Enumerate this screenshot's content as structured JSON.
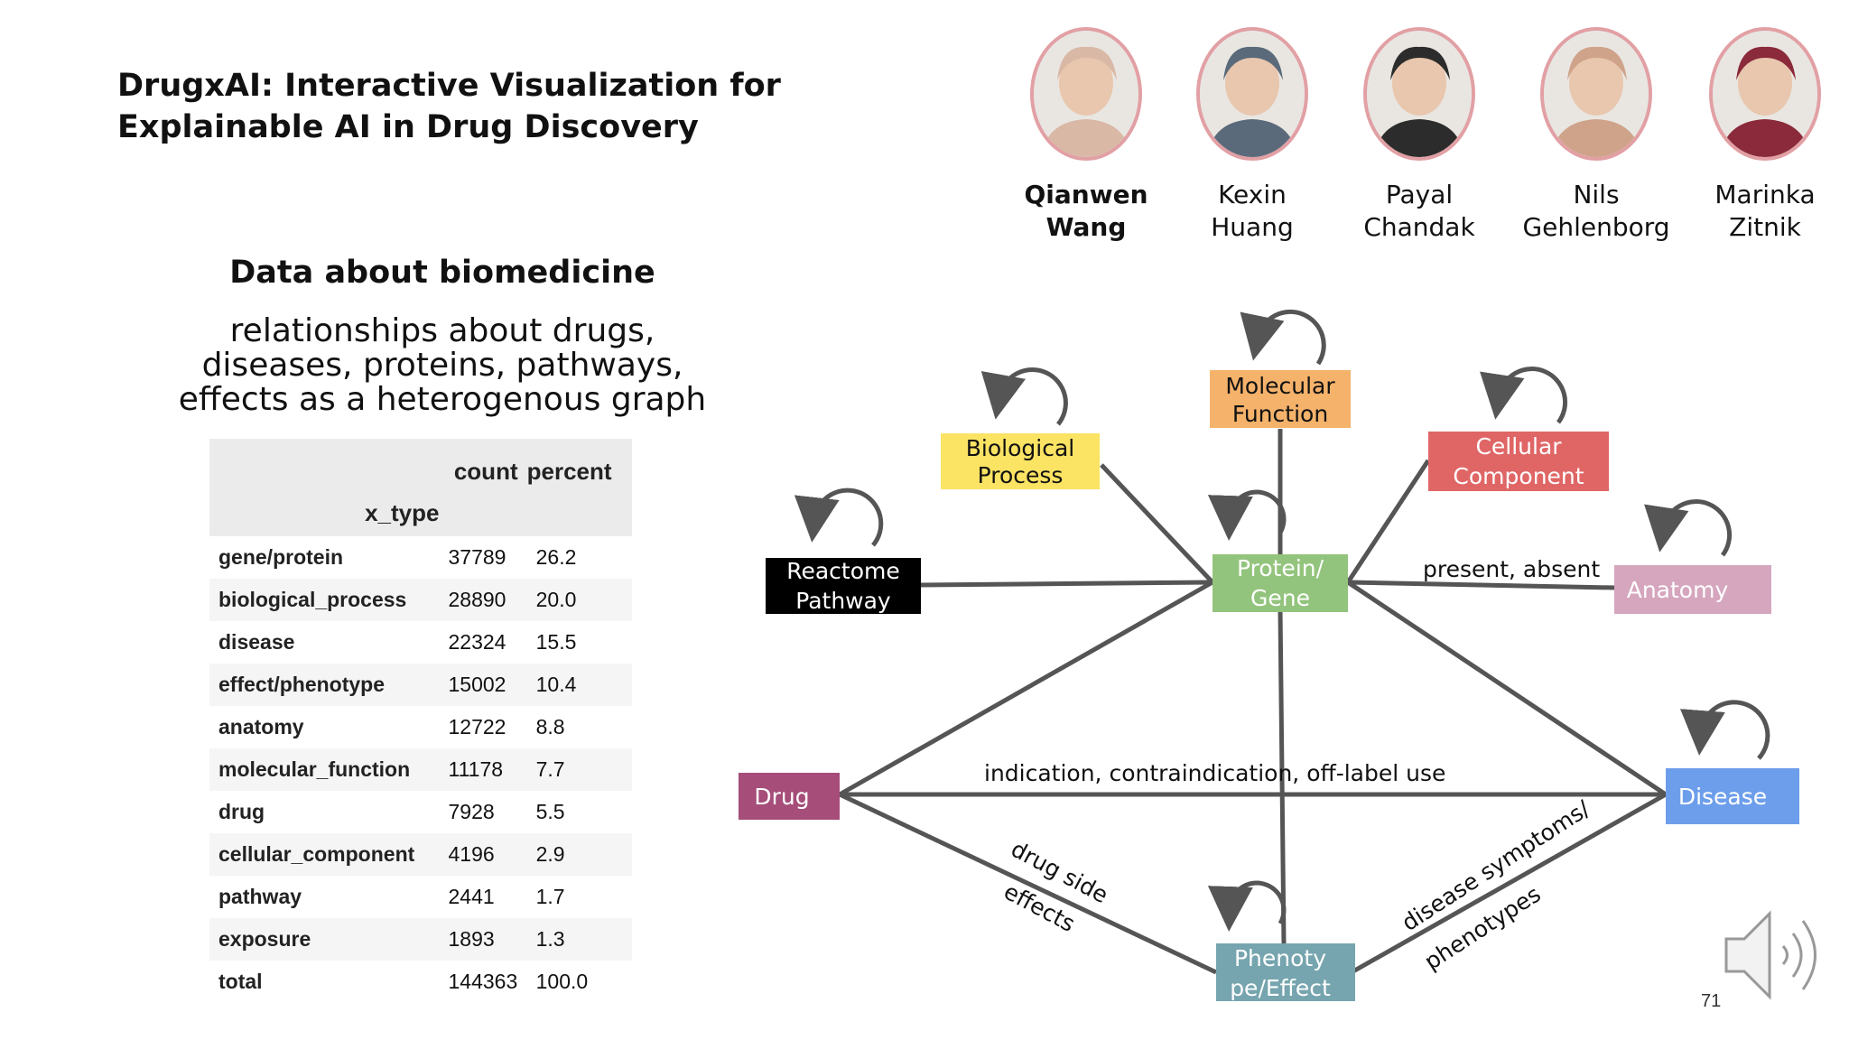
{
  "title": {
    "line1": "DrugxAI: Interactive Visualization for",
    "line2": "Explainable AI in Drug Discovery"
  },
  "subtitle": "Data about biomedicine",
  "description": {
    "line1": "relationships about drugs,",
    "line2": "diseases, proteins, pathways,",
    "line3": "effects as a heterogenous graph"
  },
  "table": {
    "index_name": "x_type",
    "columns": [
      "count",
      "percent"
    ],
    "rows": [
      {
        "label": "gene/protein",
        "count": "37789",
        "percent": "26.2"
      },
      {
        "label": "biological_process",
        "count": "28890",
        "percent": "20.0"
      },
      {
        "label": "disease",
        "count": "22324",
        "percent": "15.5"
      },
      {
        "label": "effect/phenotype",
        "count": "15002",
        "percent": "10.4"
      },
      {
        "label": "anatomy",
        "count": "12722",
        "percent": "8.8"
      },
      {
        "label": "molecular_function",
        "count": "11178",
        "percent": "7.7"
      },
      {
        "label": "drug",
        "count": "7928",
        "percent": "5.5"
      },
      {
        "label": "cellular_component",
        "count": "4196",
        "percent": "2.9"
      },
      {
        "label": "pathway",
        "count": "2441",
        "percent": "1.7"
      },
      {
        "label": "exposure",
        "count": "1893",
        "percent": "1.3"
      },
      {
        "label": "total",
        "count": "144363",
        "percent": "100.0"
      }
    ]
  },
  "authors": [
    {
      "first": "Qianwen",
      "last": "Wang",
      "bold": true
    },
    {
      "first": "Kexin",
      "last": "Huang",
      "bold": false
    },
    {
      "first": "Payal",
      "last": "Chandak",
      "bold": false
    },
    {
      "first": "Nils",
      "last": "Gehlenborg",
      "bold": false
    },
    {
      "first": "Marinka",
      "last": "Zitnik",
      "bold": false
    }
  ],
  "graph": {
    "nodes": {
      "molecular_function": {
        "line1": "Molecular",
        "line2": "Function",
        "color": "#f5b26b",
        "text_color": "#111111"
      },
      "biological_process": {
        "line1": "Biological",
        "line2": "Process",
        "color": "#fbe363",
        "text_color": "#111111"
      },
      "cellular_component": {
        "line1": "Cellular",
        "line2": "Component",
        "color": "#e06666",
        "text_color": "#ffffff"
      },
      "reactome_pathway": {
        "line1": "Reactome",
        "line2": "Pathway",
        "color": "#000000",
        "text_color": "#ffffff"
      },
      "protein_gene": {
        "line1": "Protein/",
        "line2": "Gene",
        "color": "#93c47d",
        "text_color": "#ffffff"
      },
      "anatomy": {
        "line1": "Anatomy",
        "color": "#d5a6bd",
        "text_color": "#ffffff"
      },
      "drug": {
        "line1": "Drug",
        "color": "#a64d79",
        "text_color": "#ffffff"
      },
      "disease": {
        "line1": "Disease",
        "color": "#6d9eeb",
        "text_color": "#ffffff"
      },
      "phenotype_effect": {
        "line1": "Phenoty",
        "line2": "pe/Effect",
        "color": "#76a5af",
        "text_color": "#ffffff"
      }
    },
    "edge_labels": {
      "present_absent": "present, absent",
      "indication": "indication, contraindication, off-label use",
      "drug_side_1": "drug side",
      "drug_side_2": "effects",
      "disease_sym_1": "disease symptoms/",
      "disease_sym_2": "phenotypes"
    }
  },
  "page_number": "71",
  "icons": {
    "speaker": "speaker-icon"
  }
}
